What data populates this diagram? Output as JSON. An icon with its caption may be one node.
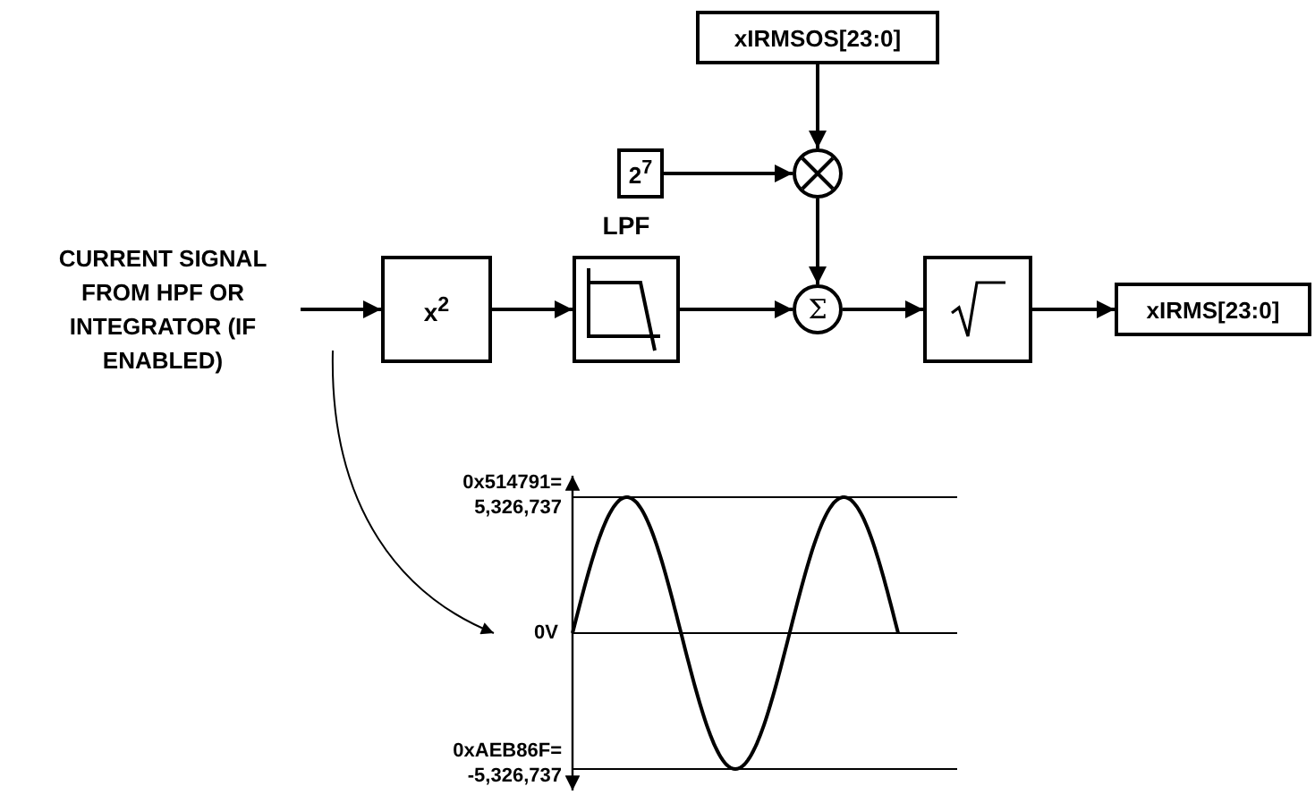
{
  "diagram": {
    "nodes": [
      {
        "text": [
          "CURRENT SIGNAL FROM HPF OR INTEGRATOR (IF ENABLED)"
        ]
      },
      {
        "text": [
          "x$^{2}$"
        ]
      },
      {
        "text": [
          "LPF"
        ]
      },
      {
        "text": [
          "xIRMSOS[23:0]"
        ]
      },
      {
        "text": [
          "2$^{7}$"
        ]
      },
      {
        "text": [],
        "shape": "circle"
      },
      {
        "text": [
          "Σ"
        ]
      },
      {
        "text": [],
        "shape": "box"
      },
      {
        "text": [
          "xIRMS[23:0]"
        ]
      },
      {
        "text": [],
        "shape": "picture"
      }
    ],
    "edges": [
      {
        "from": 0,
        "to": 1,
        "arrow": "to"
      },
      {
        "from": 1,
        "to": 2,
        "arrow": "to"
      },
      {
        "from": 2,
        "to": 6,
        "arrow": "to"
      },
      {
        "from": 3,
        "to": 5,
        "arrow": "to"
      },
      {
        "from": 4,
        "to": 5,
        "arrow": "to"
      },
      {
        "from": 5,
        "to": 6,
        "arrow": "to"
      },
      {
        "from": 6,
        "to": 7,
        "arrow": "to"
      },
      {
        "from": 7,
        "to": 8,
        "arrow": "to"
      },
      {
        "from": null,
        "to": 9,
        "arrow": "to"
      }
    ],
    "labels": [
      "0x514791= 5,326,737",
      "0V",
      "0xAEB86F= -5,326,737"
    ]
  }
}
